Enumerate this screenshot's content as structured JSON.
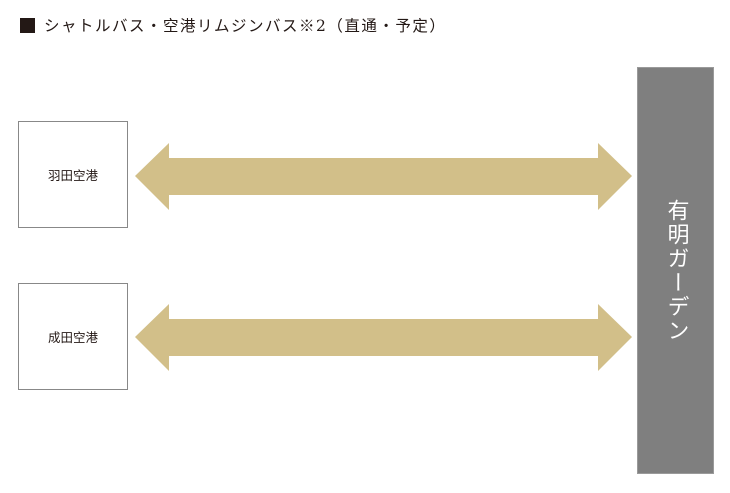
{
  "title": "シャトルバス・空港リムジンバス※2（直通・予定）",
  "origins": [
    {
      "label": "羽田空港"
    },
    {
      "label": "成田空港"
    }
  ],
  "destination": {
    "label": "有明ガーデン"
  },
  "colors": {
    "arrow": "#d2bf89",
    "destination_bg": "#7f7f7f",
    "title_square": "#231815"
  }
}
